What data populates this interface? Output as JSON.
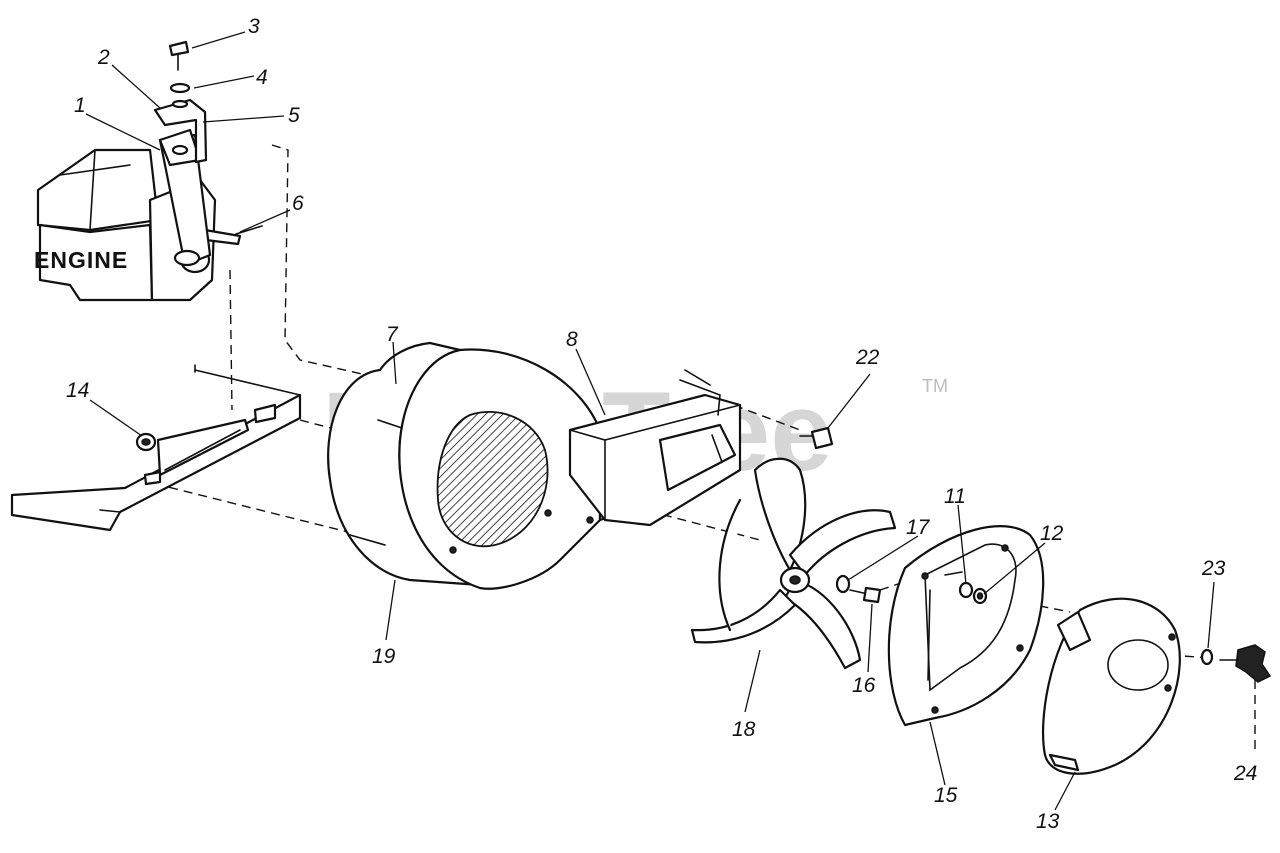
{
  "diagram": {
    "engine_label": "ENGINE",
    "watermark": "PartsTree",
    "watermark_tm": "TM",
    "callouts": {
      "c1": "1",
      "c2": "2",
      "c3": "3",
      "c4": "4",
      "c5": "5",
      "c6": "6",
      "c7": "7",
      "c8": "8",
      "c11": "11",
      "c12": "12",
      "c13": "13",
      "c14": "14",
      "c15": "15",
      "c16": "16",
      "c17": "17",
      "c18": "18",
      "c19": "19",
      "c22": "22",
      "c23": "23",
      "c24": "24"
    }
  }
}
